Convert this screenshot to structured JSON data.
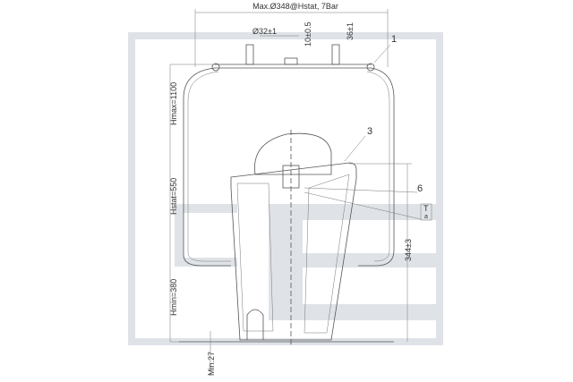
{
  "dimensions": {
    "max_diameter": "Max.Ø348@Hstat, 7Bar",
    "stud_diameter": "Ø32±1",
    "center_height": "10±0.5",
    "stud_offset": "36±1",
    "hmax": "Hmax=1100",
    "hstat": "Hstat=550",
    "hmin": "Hmin=380",
    "min_clearance": "Min.27",
    "piston_height": "344±3"
  },
  "callouts": {
    "c1": "1",
    "c3": "3",
    "c6": "6",
    "t": "T",
    "a": "a"
  },
  "colors": {
    "watermark": "#dfe3e8",
    "line": "#555555"
  }
}
